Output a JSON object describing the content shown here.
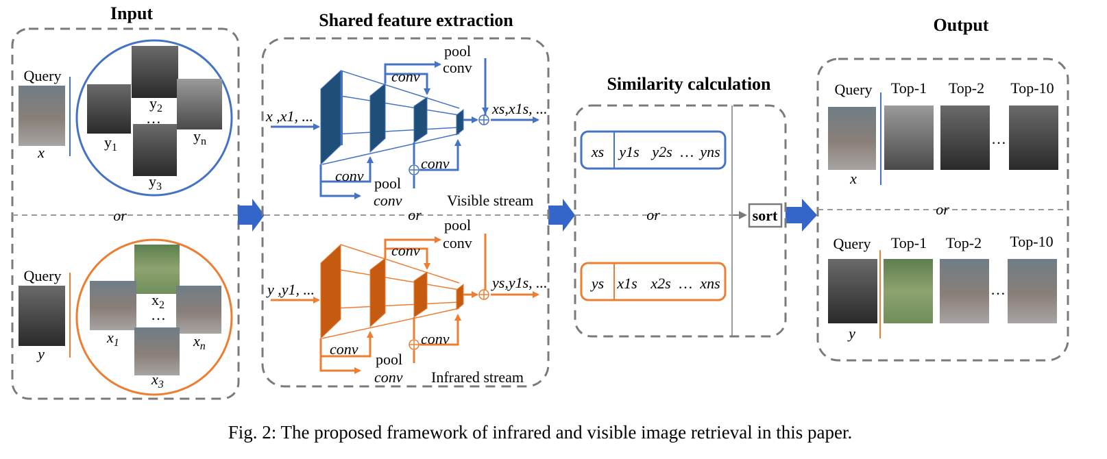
{
  "caption": "Fig. 2: The proposed framework of infrared and visible image retrieval in this paper.",
  "input": {
    "title": "Input",
    "query_label": "Query",
    "top_query_var": "x",
    "bottom_query_var": "y",
    "top_gallery": {
      "y1": "y",
      "y2": "y",
      "y3": "y",
      "yn": "y",
      "sub1": "1",
      "sub2": "2",
      "sub3": "3",
      "subn": "n",
      "dots": "…"
    },
    "bottom_gallery": {
      "x1": "x",
      "x2": "x",
      "x3": "x",
      "xn": "x",
      "sub1": "1",
      "sub2": "2",
      "sub3": "3",
      "subn": "n",
      "dots": "…"
    },
    "or": "or"
  },
  "features": {
    "title": "Shared feature extraction",
    "visible_stream": "Visible stream",
    "infrared_stream": "Infrared stream",
    "visible_input": "x ,x1, ...",
    "infrared_input": "y ,y1, ...",
    "visible_output": "xs,x1s, ...",
    "infrared_output": "ys,y1s, ...",
    "conv": "conv",
    "pool": "pool",
    "or": "or"
  },
  "similarity": {
    "title": "Similarity calculation",
    "visible_row": {
      "head": "xs",
      "items": [
        "y1s",
        "y2s",
        "…",
        "yns"
      ]
    },
    "infrared_row": {
      "head": "ys",
      "items": [
        "x1s",
        "x2s",
        "…",
        "xns"
      ]
    },
    "or": "or",
    "sort": "sort"
  },
  "output": {
    "title": "Output",
    "query_label": "Query",
    "top_labels": [
      "Top-1",
      "Top-2",
      "Top-10"
    ],
    "bottom_labels": [
      "Top-1",
      "Top-2",
      "Top-10"
    ],
    "top_query_var": "x",
    "bottom_query_var": "y",
    "dots": "…",
    "or": "or"
  },
  "colors": {
    "blue": "#4472c4",
    "orange": "#ed7d31",
    "dark_blue": "#1f4e79",
    "dark_orange": "#c55a11",
    "arrow_blue": "#3465c8",
    "gray": "#7a7a7a"
  }
}
